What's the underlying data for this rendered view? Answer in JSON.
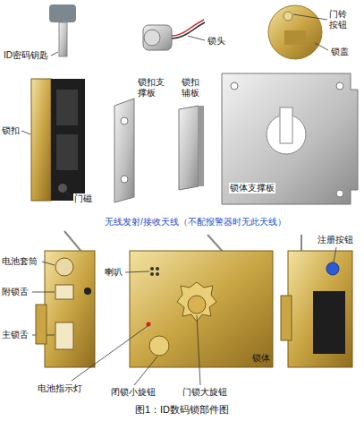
{
  "diagram": {
    "caption": "图1：ID数码锁部件图",
    "labels": [
      "ID密码钥匙",
      "锁头",
      "门铃按钮",
      "锁盖",
      "锁扣",
      "门磁",
      "锁扣支撑板",
      "锁扣辅板",
      "锁体支撑板",
      "无线发射/接收天线（不配报警器时无此天线）",
      "注册按钮",
      "电池套筒",
      "附锁舌",
      "主锁舌",
      "喇叭",
      "电池指示灯",
      "闭锁小旋钮",
      "门锁大旋钮",
      "锁体"
    ]
  }
}
